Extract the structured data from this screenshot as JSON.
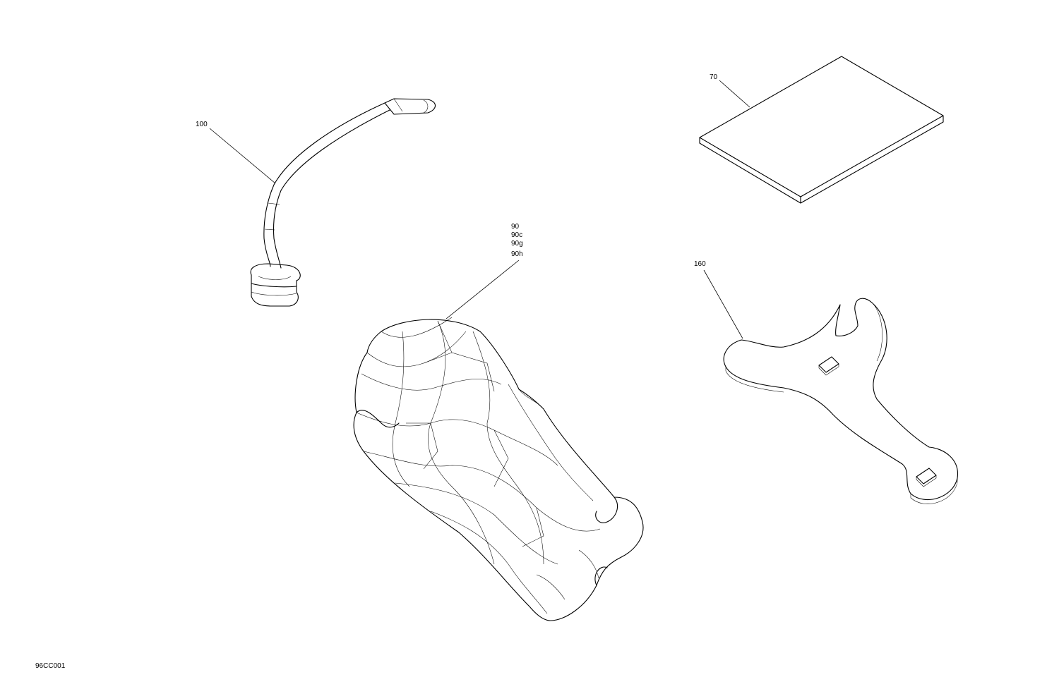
{
  "diagram": {
    "drawing_code": "96CC001",
    "callouts": [
      {
        "id": "100",
        "lines": [
          "100"
        ]
      },
      {
        "id": "70",
        "lines": [
          "70"
        ]
      },
      {
        "id": "90",
        "lines": [
          "90",
          "90c",
          "90g",
          "90h"
        ]
      },
      {
        "id": "160",
        "lines": [
          "160"
        ]
      }
    ]
  }
}
